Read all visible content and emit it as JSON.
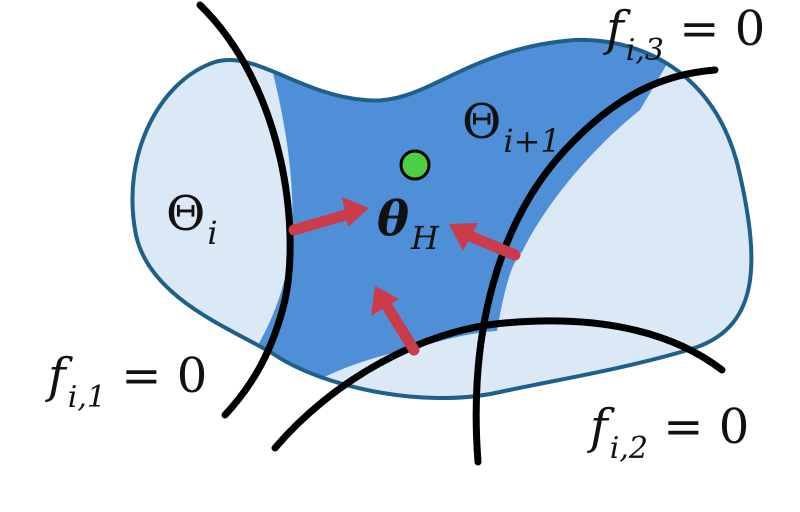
{
  "labels": {
    "theta_i": {
      "main": "Θ",
      "sub": "i"
    },
    "theta_i_plus_1": {
      "main": "Θ",
      "sub": "i+1"
    },
    "theta_h": {
      "main": "θ",
      "sub": "H"
    },
    "f_i1": {
      "main": "f",
      "sub": "i,1",
      "rest": " = 0"
    },
    "f_i2": {
      "main": "f",
      "sub": "i,2",
      "rest": " = 0"
    },
    "f_i3": {
      "main": "f",
      "sub": "i,3",
      "rest": " = 0"
    }
  },
  "colors": {
    "region_light": "#dbe8f6",
    "region_dark": "#4f8fd8",
    "region_outline": "#1f5f8b",
    "boundary_curve": "#000000",
    "arrow": "#cc3b4a",
    "point": "#4ccf45"
  }
}
